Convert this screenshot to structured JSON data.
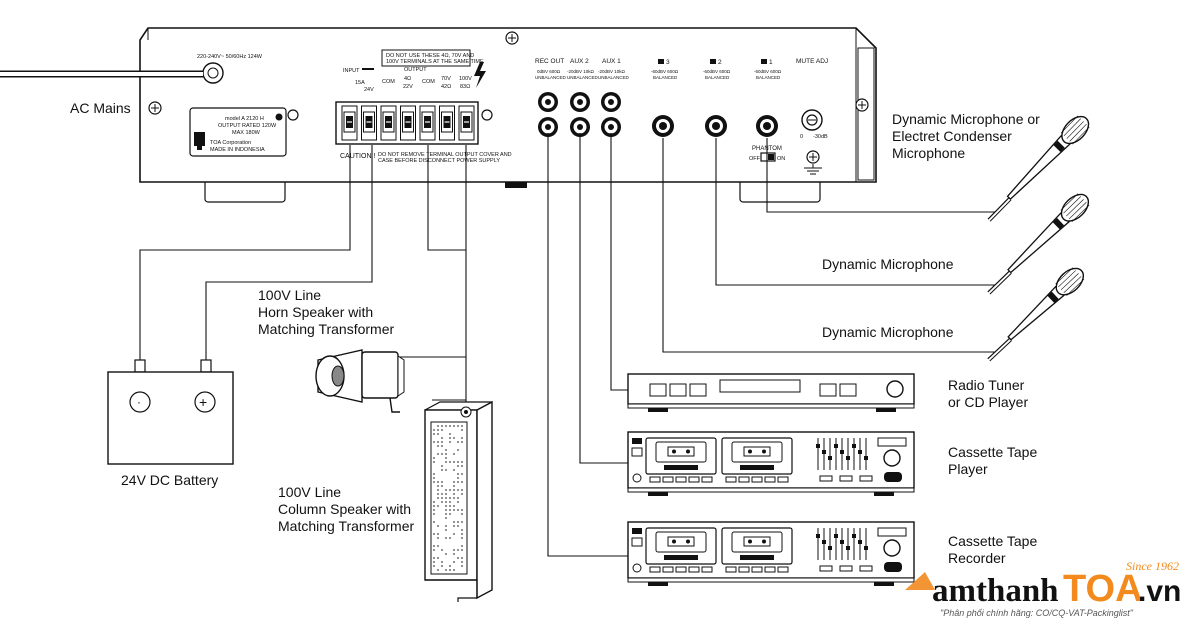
{
  "amplifier": {
    "power_spec": "220-240V~ 50/60Hz 124W",
    "warning_line1": "DO NOT USE THESE 4Ω, 70V AND",
    "warning_line2": "100V TERMINALS AT THE SAME TIME",
    "input_label": "INPUT",
    "input_fuse": "15A",
    "input_voltage": "24V",
    "output_label": "OUTPUT",
    "out_com1": "COM",
    "out_4ohm": "4Ω",
    "out_22v": "22V",
    "out_com2": "COM",
    "out_70v": "70V",
    "out_42ohm": "42Ω",
    "out_100v": "100V",
    "out_83ohm": "83Ω",
    "caution_title": "CAUTION !",
    "caution_line1": "DO NOT REMOVE TERMINAL OUTPUT COVER AND",
    "caution_line2": "CASE BEFORE DISCONNECT POWER SUPPLY",
    "rec_out": "REC OUT",
    "rec_out_spec1": "0dBV 600Ω",
    "rec_out_spec2": "UNBALANCED",
    "aux2": "AUX 2",
    "aux2_spec1": "-20dBV 10kΩ",
    "aux2_spec2": "UNBALANCED",
    "aux1": "AUX 1",
    "aux1_spec1": "-20dBV 10kΩ",
    "aux1_spec2": "UNBALANCED",
    "mic3": "3",
    "mic3_spec1": "-60dBV 600Ω",
    "mic3_spec2": "BALANCED",
    "mic2": "2",
    "mic2_spec1": "-60dBV 600Ω",
    "mic2_spec2": "BALANCED",
    "mic1": "1",
    "mic1_spec1": "-60dBV 600Ω",
    "mic1_spec2": "BALANCED",
    "mute_adj": "MUTE ADJ",
    "mute_min": "0",
    "mute_max": "-30dB",
    "phantom": "PHANTOM",
    "phantom_off": "OFF",
    "phantom_on": "ON",
    "plate_model": "model  A 2120 H",
    "plate_rated": "OUTPUT RATED  120W",
    "plate_max": "MAX     180W",
    "plate_maker": "TOA Corporation",
    "plate_origin": "MADE IN INDONESIA"
  },
  "labels": {
    "ac_mains": "AC Mains",
    "battery": "24V DC Battery",
    "horn_line1": "100V Line",
    "horn_line2": "Horn Speaker with",
    "horn_line3": "Matching Transformer",
    "column_line1": "100V Line",
    "column_line2": "Column Speaker with",
    "column_line3": "Matching Transformer",
    "mic_condenser_line1": "Dynamic Microphone or",
    "mic_condenser_line2": "Electret Condenser",
    "mic_condenser_line3": "Microphone",
    "mic_dynamic_1": "Dynamic Microphone",
    "mic_dynamic_2": "Dynamic Microphone",
    "tuner_line1": "Radio Tuner",
    "tuner_line2": "or CD Player",
    "player_line1": "Cassette Tape",
    "player_line2": "Player",
    "recorder_line1": "Cassette Tape",
    "recorder_line2": "Recorder"
  },
  "battery_symbols": {
    "minus": "·",
    "plus": "+"
  },
  "brand": {
    "part1": "amthanh",
    "part2": "TOA",
    "part3": ".vn",
    "since": "Since 1962",
    "slogan": "\"Phân phối chính hãng: CO/CQ-VAT-Packinglist\"",
    "accent_color": "#f28a1e"
  }
}
